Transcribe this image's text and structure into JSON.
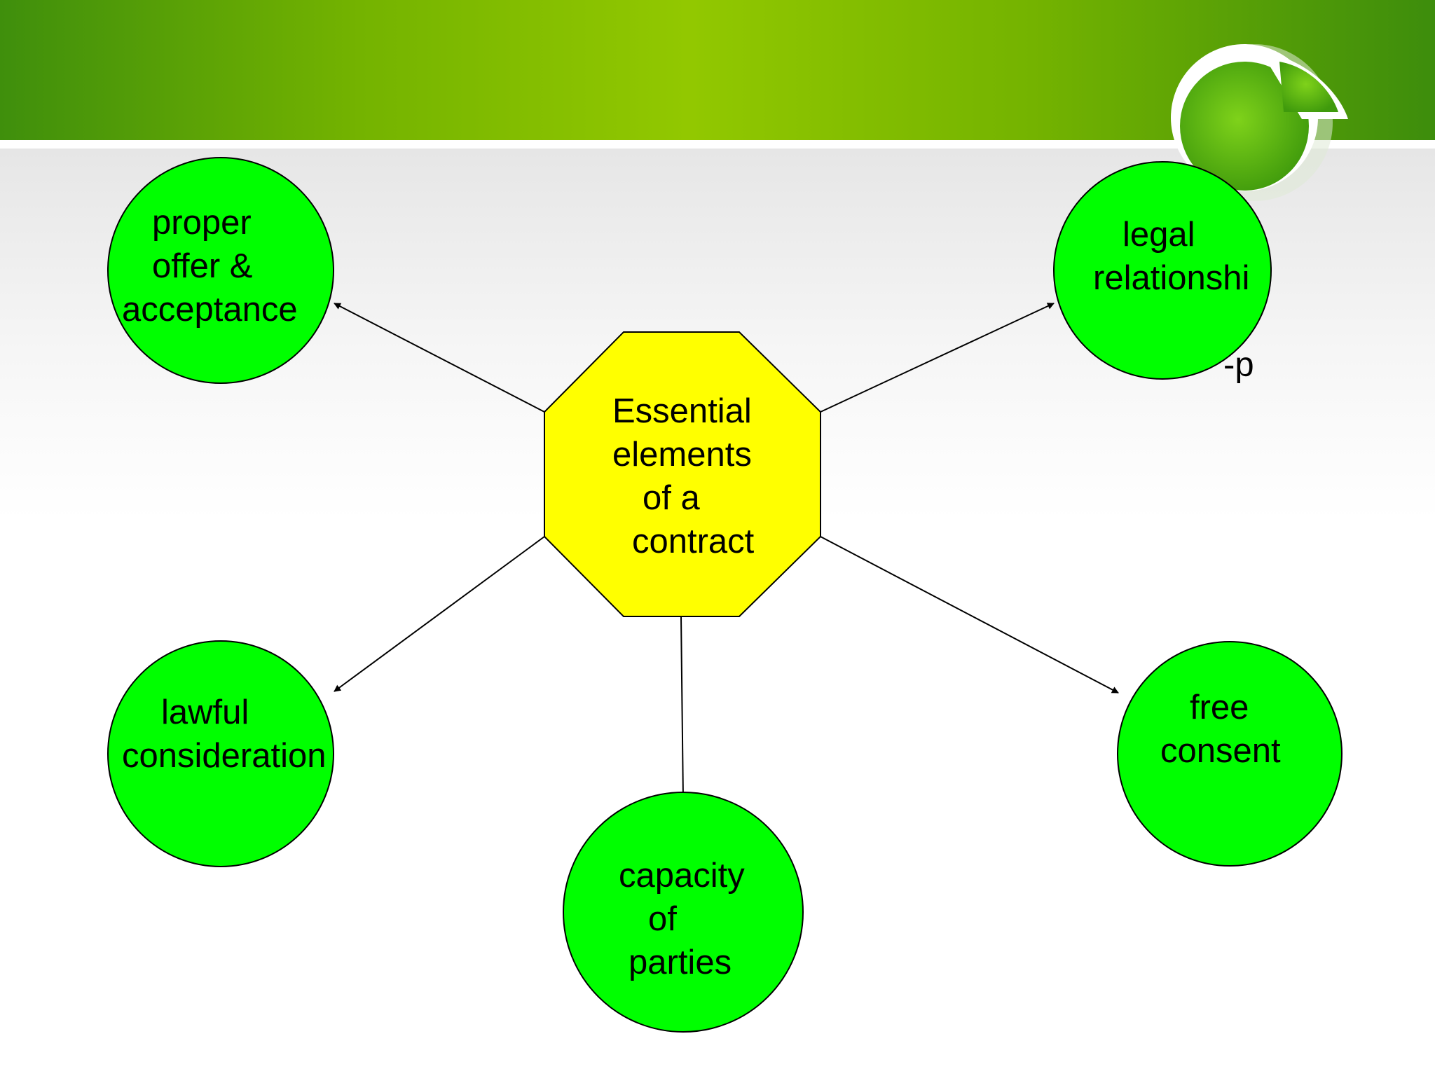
{
  "center": {
    "lines": [
      "Essential",
      "elements",
      "of a",
      "contract"
    ]
  },
  "nodes": [
    {
      "id": "offer-acceptance",
      "lines": [
        "proper",
        "offer &",
        "acceptance"
      ]
    },
    {
      "id": "legal-relationship",
      "lines": [
        "legal",
        "relationshi",
        "-p"
      ]
    },
    {
      "id": "lawful-consideration",
      "lines": [
        "lawful",
        "consideration"
      ]
    },
    {
      "id": "capacity-of-parties",
      "lines": [
        "capacity",
        "of",
        "parties"
      ]
    },
    {
      "id": "free-consent",
      "lines": [
        "free",
        "consent"
      ]
    }
  ],
  "colors": {
    "header_dark": "#3f8f0c",
    "header_light": "#92c800",
    "node_fill": "#00ff00",
    "center_fill": "#ffff00",
    "stroke": "#000000"
  },
  "icons": {
    "logo": "green-circle-pie-logo-icon"
  }
}
